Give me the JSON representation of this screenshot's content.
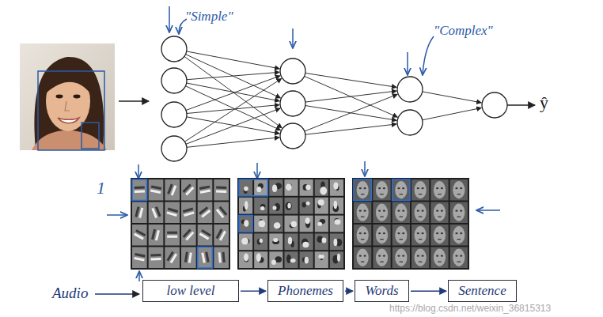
{
  "diagram": {
    "nodes": [
      {
        "text": [
          "low level"
        ]
      },
      {
        "text": [
          "Phonemes"
        ]
      },
      {
        "text": [
          "Words"
        ]
      },
      {
        "text": [
          "Sentence"
        ]
      }
    ],
    "edges": [
      {
        "from": 0,
        "to": 1,
        "arrow": "to"
      },
      {
        "from": 1,
        "to": 2,
        "arrow": "to"
      },
      {
        "from": 2,
        "to": 3,
        "arrow": "to"
      }
    ],
    "labels": [
      "\"Simple\"",
      "\"Complex\"",
      "ŷ",
      "1",
      "Audio",
      "https://blog.csdn.net/weixin_36815313"
    ]
  }
}
